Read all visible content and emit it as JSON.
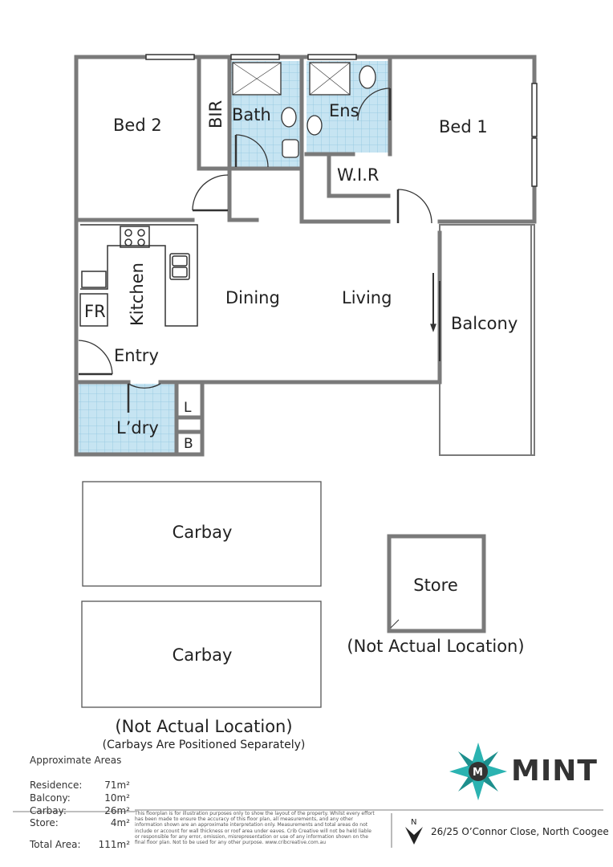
{
  "rooms": {
    "bed2": "Bed 2",
    "bir": "BIR",
    "bath": "Bath",
    "ens": "Ens",
    "bed1": "Bed 1",
    "wir": "W.I.R",
    "kitchen": "Kitchen",
    "fr": "FR",
    "dining": "Dining",
    "living": "Living",
    "balcony": "Balcony",
    "entry": "Entry",
    "laundry": "L’dry",
    "linen": "L",
    "broom": "B",
    "carbay1": "Carbay",
    "carbay2": "Carbay",
    "store": "Store"
  },
  "notes": {
    "store_note": "(Not Actual Location)",
    "carbay_note": "(Not Actual Location)",
    "carbay_sub": "(Carbays Are Positioned Separately)"
  },
  "areas": {
    "title": "Approximate Areas",
    "rows": [
      {
        "label": "Residence:",
        "value": "71m²"
      },
      {
        "label": "Balcony:",
        "value": "10m²"
      },
      {
        "label": "Carbay:",
        "value": "26m²"
      },
      {
        "label": "Store:",
        "value": "4m²"
      }
    ],
    "total_label": "Total Area:",
    "total_value": "111m²"
  },
  "disclaimer": "This floorplan is for illustration purposes only to show the layout of the property. Whilst every effort has been made to ensure the accuracy of this floor plan, all measurements, and any other information shown are an approximate interpretation only. Measurements and total areas do not include or account for wall thickness or roof area under eaves. Crib Creative will not be held liable or responsible for any error, omission, misrepresentation or use of any information shown on the final floor plan. Not to be used for any other purpose. www.cribcreative.com.au",
  "brand": "MINT",
  "north": "N",
  "address": "26/25 O’Connor Close, North Coogee",
  "colors": {
    "wall": "#7a7a7a",
    "wet_tile": "#bfe0f0",
    "logo_teal": "#2bb3b1",
    "logo_dark": "#333333"
  }
}
